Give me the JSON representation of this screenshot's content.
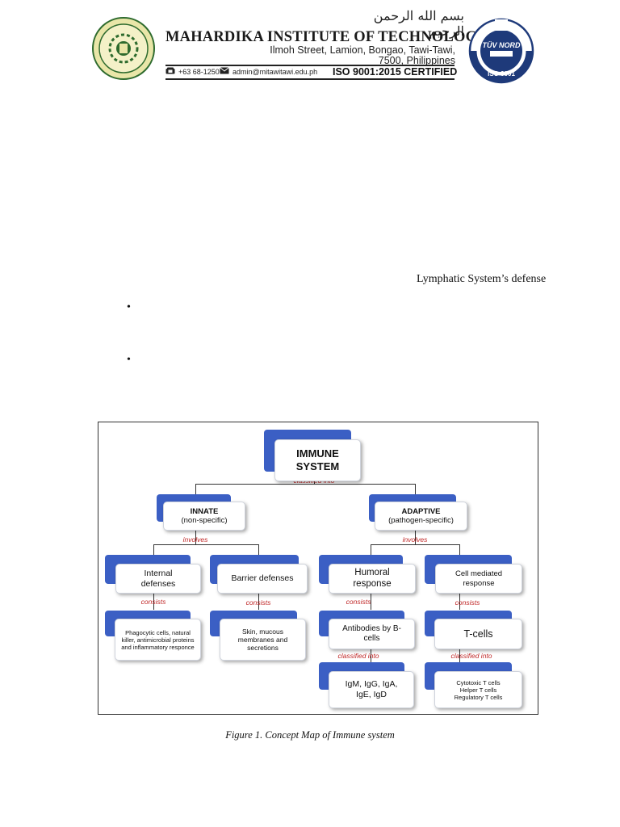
{
  "header": {
    "arabic_text": "بسم الله الرحمن الرحيم",
    "institution": "MAHARDIKA INSTITUTE OF TECHNOLOGY, INC.",
    "address_line1": "Ilmoh Street, Lamion, Bongao, Tawi-Tawi,",
    "address_line2": "7500, Philippines",
    "phone": "+63 68-1250",
    "email": "admin@mitawitawi.edu.ph",
    "certification": "ISO 9001:2015 CERTIFIED",
    "logo_right_top": "TÜV NORD",
    "logo_right_bottom": "ISO 9001"
  },
  "body": {
    "lymphatic_text": "Lymphatic System’s defense",
    "bullet_char": "•"
  },
  "figure": {
    "caption": "Figure 1. Concept Map of Immune system",
    "nodes": {
      "immune": {
        "line1": "IMMUNE",
        "line2": "SYSTEM"
      },
      "innate": {
        "line1": "INNATE",
        "line2": "(non-specific)"
      },
      "adaptive": {
        "line1": "ADAPTIVE",
        "line2": "(pathogen-specific)"
      },
      "internal": {
        "line1": "Internal",
        "line2": "defenses"
      },
      "barrier": {
        "line1": "Barrier defenses"
      },
      "humoral": {
        "line1": "Humoral",
        "line2": "response"
      },
      "cell_mediated": {
        "line1": "Cell mediated",
        "line2": "response"
      },
      "phagocytic": {
        "text": "Phagocytic cells, natural killer, antimicrobial proteins and inflammatory responce"
      },
      "skin": {
        "text": "Skin, mucous membranes and secretions"
      },
      "antibodies": {
        "text": "Antibodies by B-cells"
      },
      "tcells": {
        "text": "T-cells"
      },
      "igs": {
        "line1": "IgM, IgG, IgA,",
        "line2": "IgE, IgD"
      },
      "tcell_types": {
        "line1": "Cytotoxic T cells",
        "line2": "Helper T cells",
        "line3": "Regulatory T cells"
      }
    },
    "links": {
      "classified_into_top": "classified into",
      "involves_left": "involves",
      "involves_right": "involves",
      "consists_1": "consists",
      "consists_2": "consists",
      "consists_3": "consists",
      "consists_4": "consists",
      "classified_into_left": "classified into",
      "classified_into_right": "classified into"
    },
    "colors": {
      "node_accent": "#3b5fc4",
      "link_text": "#c02828"
    }
  }
}
